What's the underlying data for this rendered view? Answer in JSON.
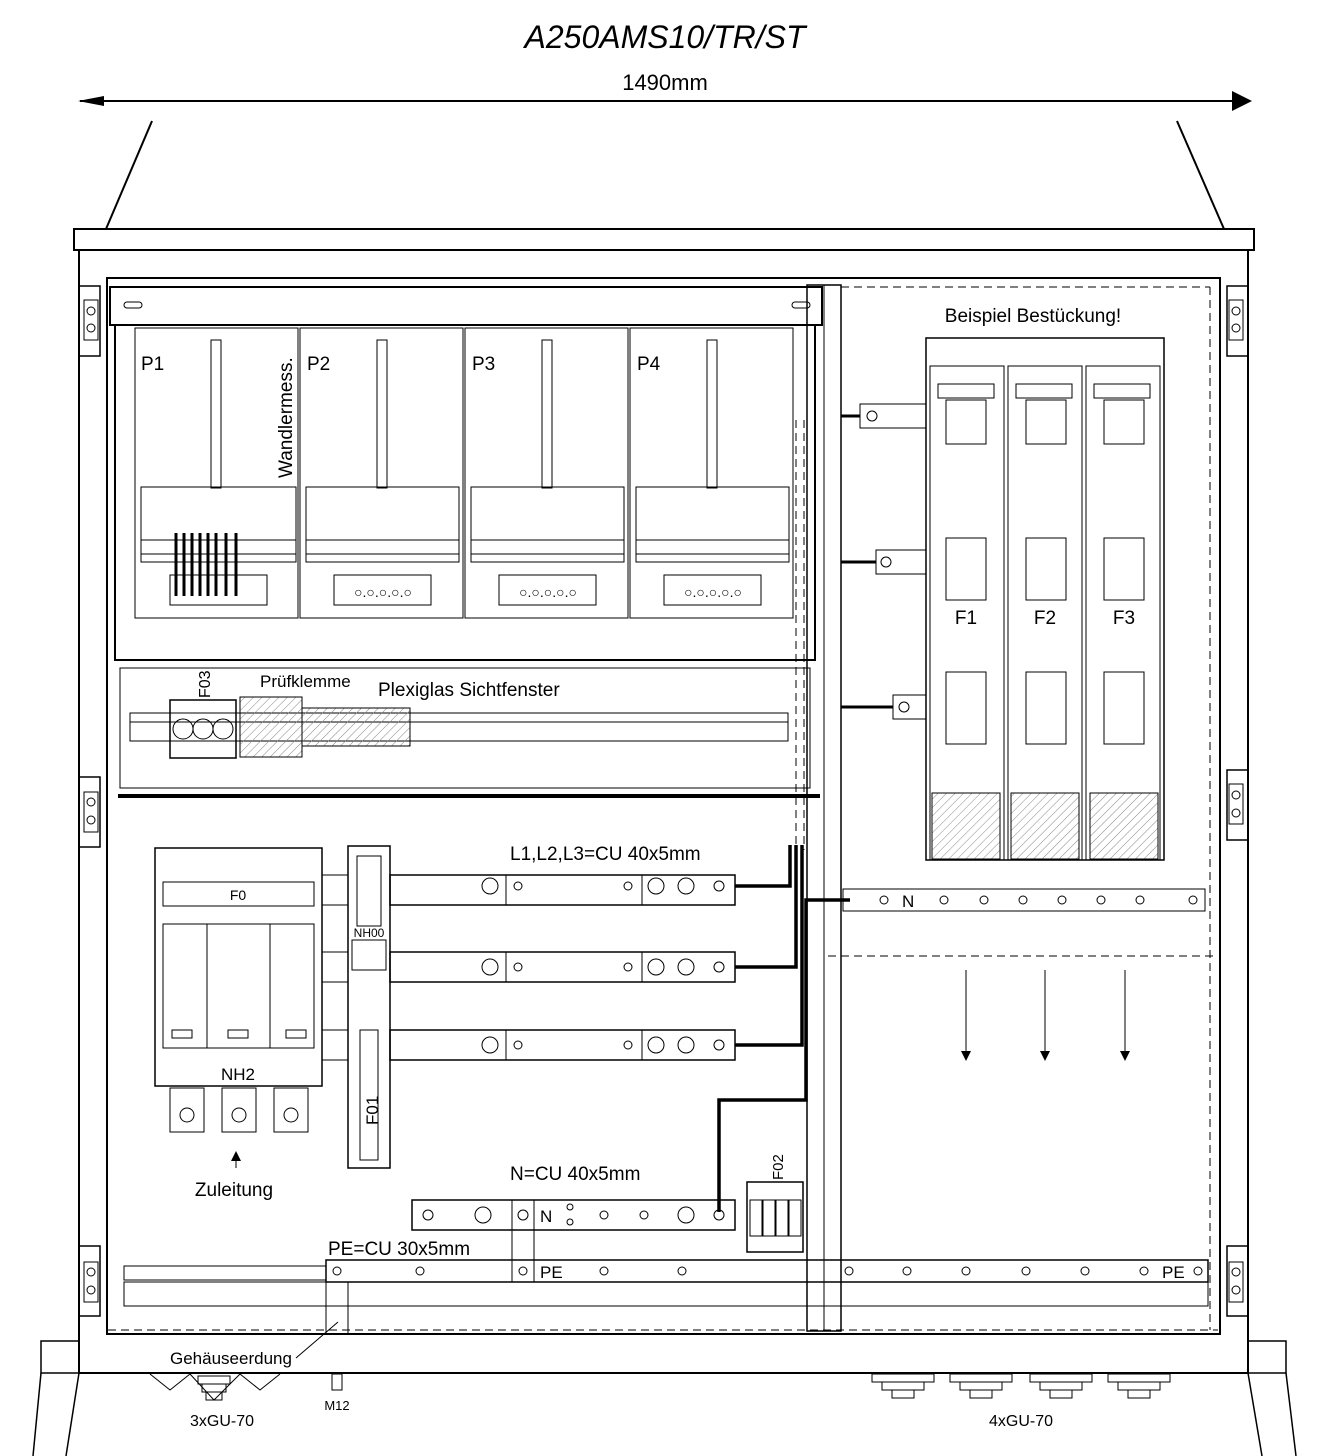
{
  "title": "A250AMS10/TR/ST",
  "width_dimension": "1490mm",
  "panels": [
    "P1",
    "P2",
    "P3",
    "P4"
  ],
  "panel_note": "Wandlermess.",
  "example_note": "Beispiel Bestückung!",
  "fuses": [
    "F1",
    "F2",
    "F3"
  ],
  "terminal_label": "Prüfklemme",
  "f03_label": "F03",
  "window_label": "Plexiglas Sichtfenster",
  "busbar_label": "L1,L2,L3=CU 40x5mm",
  "f0_label": "F0",
  "nh2_label": "NH2",
  "nh00_label": "NH00",
  "f01_label": "F01",
  "f02_label": "F02",
  "supply_label": "Zuleitung",
  "n_bar_label": "N=CU 40x5mm",
  "n_label": "N",
  "pe_bar_label": "PE=CU 30x5mm",
  "pe_label": "PE",
  "earthing_label": "Gehäuseerdung",
  "m12_label": "M12",
  "gland_left": "3xGU-70",
  "gland_right": "4xGU-70",
  "colors": {
    "ink": "#000000",
    "note": "#e02020"
  }
}
